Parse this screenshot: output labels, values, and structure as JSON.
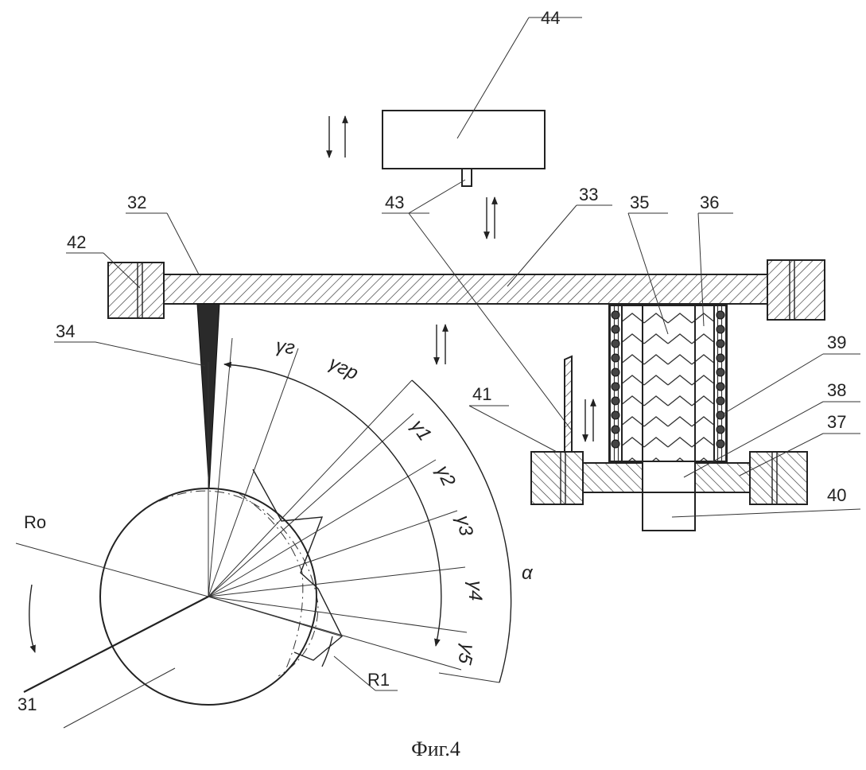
{
  "figure": {
    "caption": "Фиг.4",
    "part_labels": {
      "p31": "31",
      "p32": "32",
      "p33": "33",
      "p34": "34",
      "p35": "35",
      "p36": "36",
      "p37": "37",
      "p38": "38",
      "p39": "39",
      "p40": "40",
      "p41": "41",
      "p42": "42",
      "p43": "43",
      "p44": "44"
    },
    "radius_labels": {
      "ro": "Ro",
      "r1": "R1"
    },
    "angle_labels": {
      "g_r": "γг",
      "g_rp": "γгр",
      "g1": "γ1",
      "g2": "γ2",
      "g3": "γ3",
      "g4": "γ4",
      "g5": "γ5",
      "alpha": "α"
    }
  }
}
